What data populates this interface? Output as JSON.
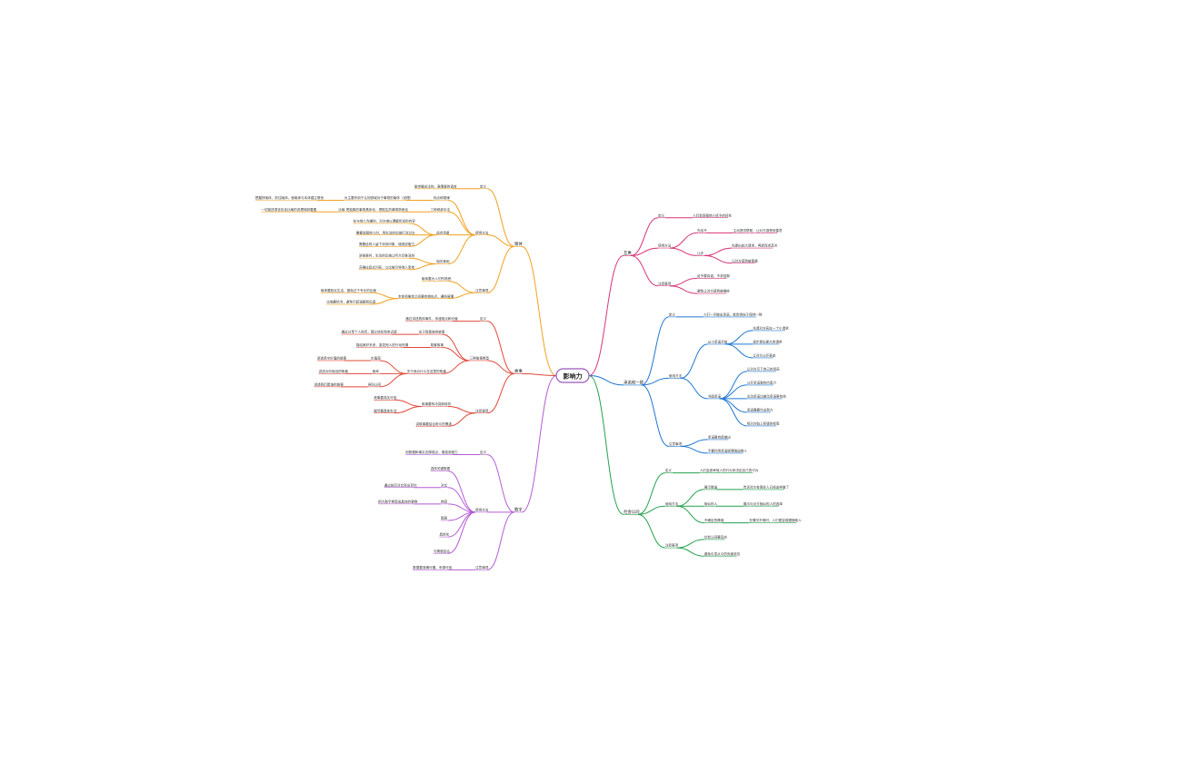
{
  "root": {
    "label": "影响力"
  },
  "colors": {
    "orange": "#f0a020",
    "red": "#e0483a",
    "purple": "#b35bd6",
    "rose": "#d8337a",
    "blue": "#1f77d0",
    "green": "#23a14c",
    "root_border": "#9b59b6"
  },
  "branches": [
    {
      "id": "b1",
      "label": "喻体",
      "color": "orange",
      "children": [
        {
          "label": "定义",
          "children": [
            {
              "label": "能传播关注的、高情景的语言"
            }
          ]
        },
        {
          "label": "使用方法",
          "children": [
            {
              "label": "特点和规律",
              "children": [
                {
                  "label": "为主要作用于认知领域对于事物的喻体（说理）",
                  "children": [
                    {
                      "label": "把握好喻体，抓住喻体，使喻体与本体建立联系"
                    }
                  ]
                }
              ]
            },
            {
              "label": "三种修辞手法",
              "children": [
                {
                  "label": "比喻 把抽象的事物具体化，把陌生的事物熟悉化",
                  "children": [
                    {
                      "label": "一切描述语言包含比喻的说理修辞要素"
                    }
                  ]
                }
              ]
            },
            {
              "label": "适合场景",
              "children": [
                {
                  "label": "在与他人沟通时，对方难以理解所说的内容"
                },
                {
                  "label": "需要说服他人时，用生动的比喻打动对方"
                },
                {
                  "label": "需要给别人留下深刻印象，增强说服力"
                }
              ]
            },
            {
              "label": "相关事例",
              "children": [
                {
                  "label": "讲故事时，生动的比喻让听众印象深刻"
                },
                {
                  "label": "苏格拉底式问答，以比喻引导他人思考"
                }
              ]
            }
          ]
        },
        {
          "label": "注意事项",
          "children": [
            {
              "label": "喻体要为人们所熟悉"
            },
            {
              "label": "本体和喻体之间要有相似点，通俗易懂",
              "children": [
                {
                  "label": "喻体要贴近生活，避免过于专业的比喻"
                },
                {
                  "label": "比喻要恰当，避免引起误解和反感"
                }
              ]
            }
          ]
        }
      ]
    },
    {
      "id": "b2",
      "label": "故事",
      "color": "red",
      "children": [
        {
          "label": "定义",
          "children": [
            {
              "label": "通过讲述具体事件，传递观点和价值"
            }
          ]
        },
        {
          "label": "三种故事类型",
          "children": [
            {
              "label": "关于我是谁的故事",
              "children": [
                {
                  "label": "通过分享个人经历，建立信任和亲近感"
                }
              ]
            },
            {
              "label": "愿景故事",
              "children": [
                {
                  "label": "描绘美好未来，激发他人的行动热情"
                }
              ]
            },
            {
              "label": "关于我为什么在这里的故事",
              "children": [
                {
                  "label": "价值观",
                  "children": [
                    {
                      "label": "讲述坚守价值的故事"
                    }
                  ]
                },
                {
                  "label": "使命",
                  "children": [
                    {
                      "label": "讲述为何而战的故事"
                    }
                  ]
                },
                {
                  "label": "身份认同",
                  "children": [
                    {
                      "label": "讲述我们是谁的故事"
                    }
                  ]
                }
              ]
            }
          ]
        },
        {
          "label": "注意事项",
          "children": [
            {
              "label": "故事要有冲突和转折",
              "children": [
                {
                  "label": "故事要真实可信"
                },
                {
                  "label": "细节要具体生动"
                }
              ]
            },
            {
              "label": "讲故事要结合听众的需求"
            }
          ]
        }
      ]
    },
    {
      "id": "b3",
      "label": "数字",
      "color": "purple",
      "children": [
        {
          "label": "定义",
          "children": [
            {
              "label": "用数据和事实支撑观点，增强说服力"
            }
          ]
        },
        {
          "label": "使用方法",
          "children": [
            {
              "label": "选择关键数据"
            },
            {
              "label": "对比",
              "children": [
                {
                  "label": "通过前后对比突出变化"
                }
              ]
            },
            {
              "label": "换算",
              "children": [
                {
                  "label": "把大数字换算成具体的事物"
                }
              ]
            },
            {
              "label": "图表"
            },
            {
              "label": "具体化"
            },
            {
              "label": "与情感结合"
            }
          ]
        },
        {
          "label": "注意事项",
          "children": [
            {
              "label": "数据要准确可靠，来源可信"
            }
          ]
        }
      ]
    },
    {
      "id": "b4",
      "label": "互惠",
      "color": "rose",
      "children": [
        {
          "label": "定义",
          "children": [
            {
              "label": "人们会回报他人给予的好处"
            }
          ]
        },
        {
          "label": "使用方法",
          "children": [
            {
              "label": "先给予",
              "children": [
                {
                  "label": "主动提供帮助，让对方感受到善意"
                }
              ]
            },
            {
              "label": "让步",
              "children": [
                {
                  "label": "先提出较大请求，再退而求其次"
                },
                {
                  "label": "让对方感到被尊重"
                }
              ]
            }
          ]
        },
        {
          "label": "注意事项",
          "children": [
            {
              "label": "给予要真诚，不求回报"
            },
            {
              "label": "避免让对方感到被操纵"
            }
          ]
        }
      ]
    },
    {
      "id": "b5",
      "label": "承诺和一致",
      "color": "blue",
      "children": [
        {
          "label": "定义",
          "children": [
            {
              "label": "人们一旦做出承诺，就会倾向于保持一致"
            }
          ]
        },
        {
          "label": "使用方法",
          "children": [
            {
              "label": "从小承诺开始",
              "children": [
                {
                  "label": "先请对方答应一个小请求"
                },
                {
                  "label": "逐步提出更大的请求"
                },
                {
                  "label": "让对方公开表态"
                }
              ]
            },
            {
              "label": "书面承诺",
              "children": [
                {
                  "label": "让对方写下自己的承诺"
                },
                {
                  "label": "公开承诺更有约束力"
                },
                {
                  "label": "主动承诺比被动承诺更有效"
                },
                {
                  "label": "承诺需要付出努力"
                },
                {
                  "label": "给对方贴上积极的标签"
                }
              ]
            }
          ]
        },
        {
          "label": "注意事项",
          "children": [
            {
              "label": "承诺要自愿做出"
            },
            {
              "label": "不要利用承诺原理强迫他人"
            }
          ]
        }
      ]
    },
    {
      "id": "b6",
      "label": "社会认同",
      "color": "green",
      "children": [
        {
          "label": "定义",
          "children": [
            {
              "label": "人们会参考他人的行为来决定自己的行为"
            }
          ]
        },
        {
          "label": "使用方法",
          "children": [
            {
              "label": "展示数量",
              "children": [
                {
                  "label": "告诉对方有很多人已经这样做了"
                }
              ]
            },
            {
              "label": "相似的人",
              "children": [
                {
                  "label": "展示与对方相似的人的选择"
                }
              ]
            },
            {
              "label": "不确定的情境",
              "children": [
                {
                  "label": "在情况不明时，人们更容易跟随他人"
                }
              ]
            }
          ]
        },
        {
          "label": "注意事项",
          "children": [
            {
              "label": "社会认同要真实"
            },
            {
              "label": "避免引发从众的负面效应"
            }
          ]
        }
      ]
    }
  ]
}
